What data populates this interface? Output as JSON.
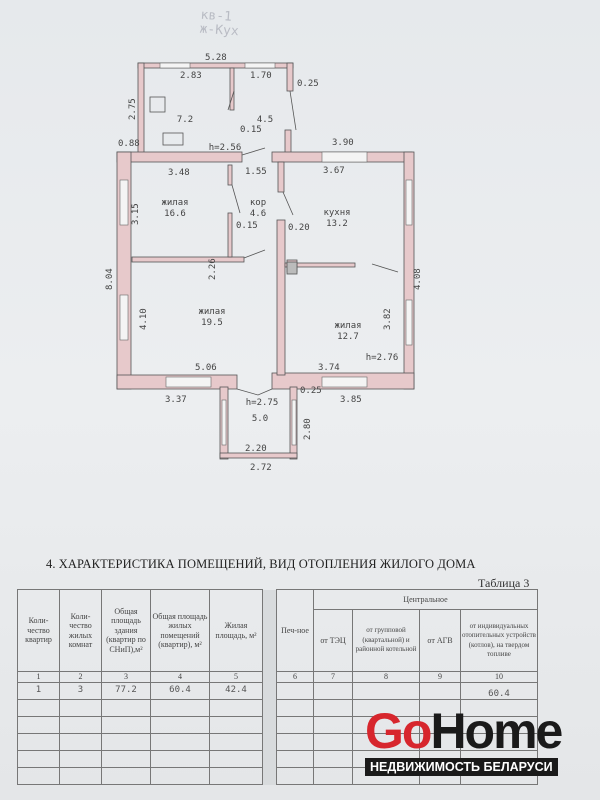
{
  "pencil_note": [
    "кв-1",
    "ж-Кух"
  ],
  "plan": {
    "dims": {
      "top_width": "5.28",
      "small1_width": "2.83",
      "small2_width": "1.70",
      "side_small": "2.75",
      "corner": "0.25",
      "left_ext": "0.88",
      "room1_width": "3.48",
      "corridor": "1.55",
      "kitchen_outer": "3.90",
      "kitchen_inner": "3.67",
      "partition1": "0.15",
      "partition2": "0.15",
      "partition3": "0.20",
      "left_height": "8.04",
      "bottom_room": "5.06",
      "bottom_room2": "3.74",
      "bottom_left": "3.37",
      "bottom_right": "3.85",
      "porch_corner": "0.25",
      "porch_width": "2.20",
      "porch_outer": "2.72",
      "wall_label_a": "3.15",
      "wall_label_b": "2.26",
      "wall_label_c": "4.08",
      "wall_label_d": "3.82",
      "wall_label_e": "4.10",
      "wall_label_f": "2.80"
    },
    "rooms": [
      {
        "name": "",
        "area": "7.2"
      },
      {
        "name": "",
        "area": "4.5"
      },
      {
        "name": "жилая",
        "area": "16.6"
      },
      {
        "name": "кор",
        "area": "4.6"
      },
      {
        "name": "кухня",
        "area": "13.2"
      },
      {
        "name": "жилая",
        "area": "19.5"
      },
      {
        "name": "жилая",
        "area": "12.7"
      },
      {
        "name": "",
        "area": "5.0"
      }
    ],
    "heights": [
      "h=2.56",
      "h=2.76",
      "h=2.75"
    ]
  },
  "section_title": "4.  ХАРАКТЕРИСТИКА ПОМЕЩЕНИЙ, ВИД ОТОПЛЕНИЯ ЖИЛОГО ДОМА",
  "table_label": "Таблица 3",
  "table": {
    "headers": [
      "Коли-чество квартир",
      "Коли-чество жилых комнат",
      "Общая площадь здания (квартир по СНиП),м²",
      "Общая площадь жилых помещений (квартир), м²",
      "Жилая площадь, м²",
      "Печ-ное",
      "от ТЭЦ",
      "от групповой (квартальной) и районной котельной",
      "от АГВ",
      "от индивидуальных отопительных устройств (котлов), на твердом топливе"
    ],
    "group_header": "Центральное",
    "numbers": [
      "1",
      "2",
      "3",
      "4",
      "5",
      "6",
      "7",
      "8",
      "9",
      "10"
    ],
    "row": [
      "1",
      "3",
      "77.2",
      "60.4",
      "42.4",
      "",
      "",
      "",
      "",
      "60.4"
    ]
  },
  "logo": {
    "go": "Go",
    "home": "Home",
    "tagline": "НЕДВИЖИМОСТЬ БЕЛАРУСИ",
    "accent": "#d7262d"
  }
}
